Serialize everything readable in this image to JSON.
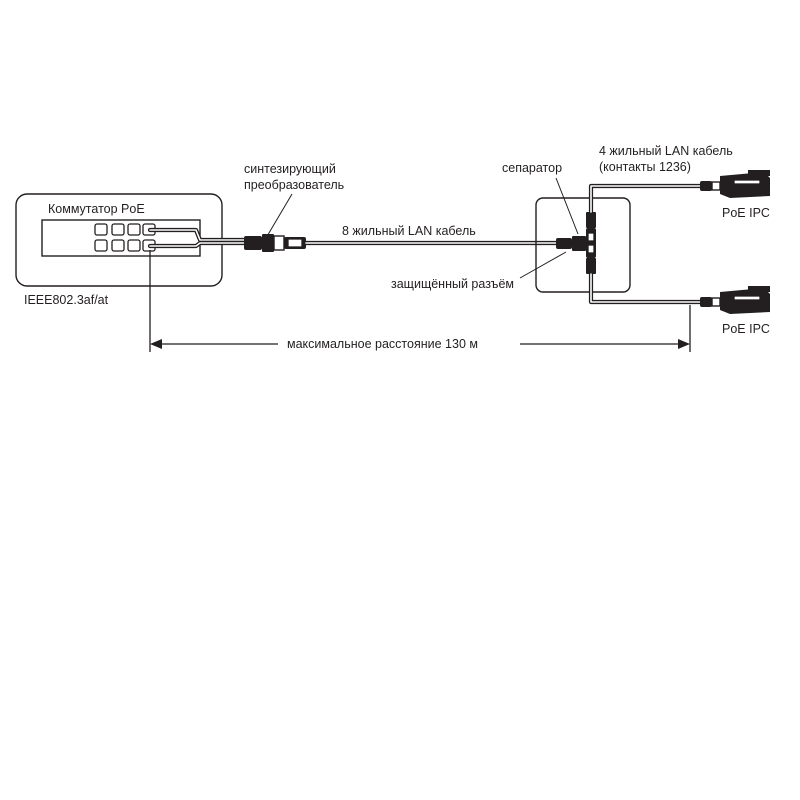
{
  "labels": {
    "switch_title": "Коммутатор PoE",
    "standard": "IEEE802.3af/at",
    "converter_line1": "синтезирующий",
    "converter_line2": "преобразователь",
    "cable_8": "8 жильный LAN кабель",
    "separator": "сепаратор",
    "cable_4_line1": "4 жильный LAN кабель",
    "cable_4_line2": "(контакты 1236)",
    "protected_connector": "защищённый разъём",
    "camera_top": "PoE IPC",
    "camera_bottom": "PoE IPC",
    "max_distance": "максимальное расстояние 130 м"
  },
  "colors": {
    "ink": "#231f20",
    "background": "#ffffff"
  },
  "icons": [
    "poe-switch-icon",
    "rj45-plug-icon",
    "splitter-icon",
    "ip-camera-icon"
  ]
}
